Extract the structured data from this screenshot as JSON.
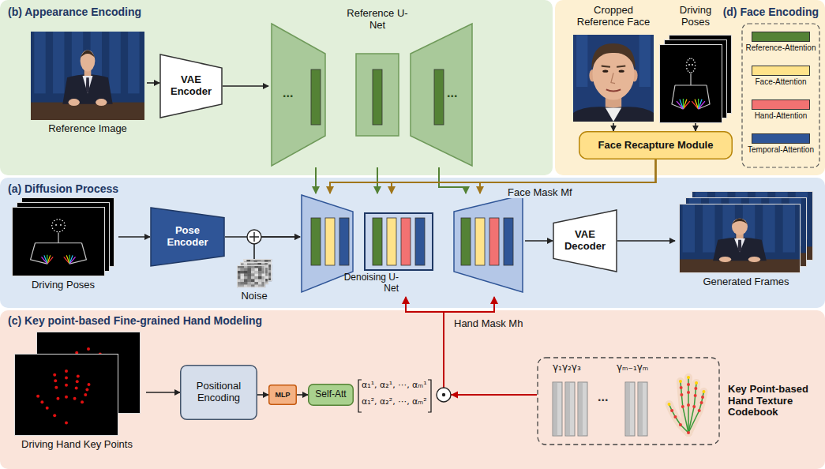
{
  "diagram": {
    "nodes": [
      {
        "text": [
          "(b) Appearance Encoding"
        ]
      },
      {
        "text": [
          "Reference Image"
        ],
        "in": 0
      },
      {
        "text": [
          "VAE Encoder"
        ],
        "in": 0
      },
      {
        "text": [
          "Reference U-Net"
        ],
        "in": 0
      },
      {
        "text": [
          "(d) Face Encoding"
        ]
      },
      {
        "text": [
          "Cropped Reference Face"
        ],
        "in": 4
      },
      {
        "text": [
          "Driving Poses"
        ],
        "in": 4
      },
      {
        "text": [
          "Face Recapture Module"
        ],
        "in": 4
      },
      {
        "text": [
          "(a) Diffusion Process"
        ]
      },
      {
        "text": [
          "Driving Poses"
        ],
        "in": 8
      },
      {
        "text": [
          "Pose Encoder"
        ],
        "in": 8
      },
      {
        "text": [
          "Noise"
        ],
        "in": 8
      },
      {
        "text": [
          "Denoising U-Net"
        ],
        "in": 8
      },
      {
        "text": [
          "VAE Decoder"
        ],
        "in": 8
      },
      {
        "text": [
          "Generated Frames"
        ],
        "in": 8
      },
      {
        "text": [
          "(c) Key point-based Fine-grained Hand Modeling"
        ]
      },
      {
        "text": [
          "Driving Hand Key Points"
        ],
        "in": 15
      },
      {
        "text": [
          "Positional Encoding"
        ],
        "in": 15
      },
      {
        "text": [
          "MLP"
        ],
        "in": 15
      },
      {
        "text": [
          "Self-Att"
        ],
        "in": 15
      },
      {
        "text": [
          "Key Point-based Hand Texture Codebook"
        ],
        "in": 15
      }
    ],
    "edges": [
      {
        "from": 1,
        "to": 2,
        "arrow": "to"
      },
      {
        "from": 2,
        "to": 3,
        "arrow": "to"
      },
      {
        "from": 3,
        "to": 12,
        "arrow": "to"
      },
      {
        "from": 3,
        "to": 12,
        "arrow": "to"
      },
      {
        "from": 3,
        "to": 12,
        "arrow": "to"
      },
      {
        "from": 5,
        "to": 7,
        "arrow": "to"
      },
      {
        "from": 6,
        "to": 7,
        "arrow": "to"
      },
      {
        "from": 7,
        "to": 12,
        "arrow": "to"
      },
      {
        "from": 7,
        "to": 12,
        "arrow": "to"
      },
      {
        "from": 7,
        "to": 12,
        "label": "Face Mask Mf",
        "arrow": "to"
      },
      {
        "from": 9,
        "to": 10,
        "arrow": "to"
      },
      {
        "from": 10,
        "to": 12,
        "arrow": "to"
      },
      {
        "from": 11,
        "to": 12,
        "arrow": "to"
      },
      {
        "from": 12,
        "to": 13,
        "arrow": "to"
      },
      {
        "from": 13,
        "to": 14,
        "arrow": "to"
      },
      {
        "from": 16,
        "to": 17,
        "arrow": "to"
      },
      {
        "from": 17,
        "to": 18,
        "arrow": "to"
      },
      {
        "from": 18,
        "to": 19,
        "arrow": "to"
      },
      {
        "from": 20,
        "to": 12,
        "label": "Hand Mask Mh",
        "arrow": "to"
      },
      {
        "from": 20,
        "to": 12,
        "arrow": "to"
      }
    ],
    "labels": [
      "...",
      "...",
      "α₁¹, α₂¹, ⋯, αₘ¹",
      "α₁², α₂², ⋯, αₘ²",
      "γ₁γ₂γ₃",
      "...",
      "γₘ₋₁γₘ"
    ],
    "legend": [
      {
        "text": "Reference-Attention",
        "color": "#548235"
      },
      {
        "text": "Face-Attention",
        "color": "#ffe38a"
      },
      {
        "text": "Hand-Attention",
        "color": "#f27272"
      },
      {
        "text": "Temporal-Attention",
        "color": "#2f5597"
      }
    ]
  }
}
